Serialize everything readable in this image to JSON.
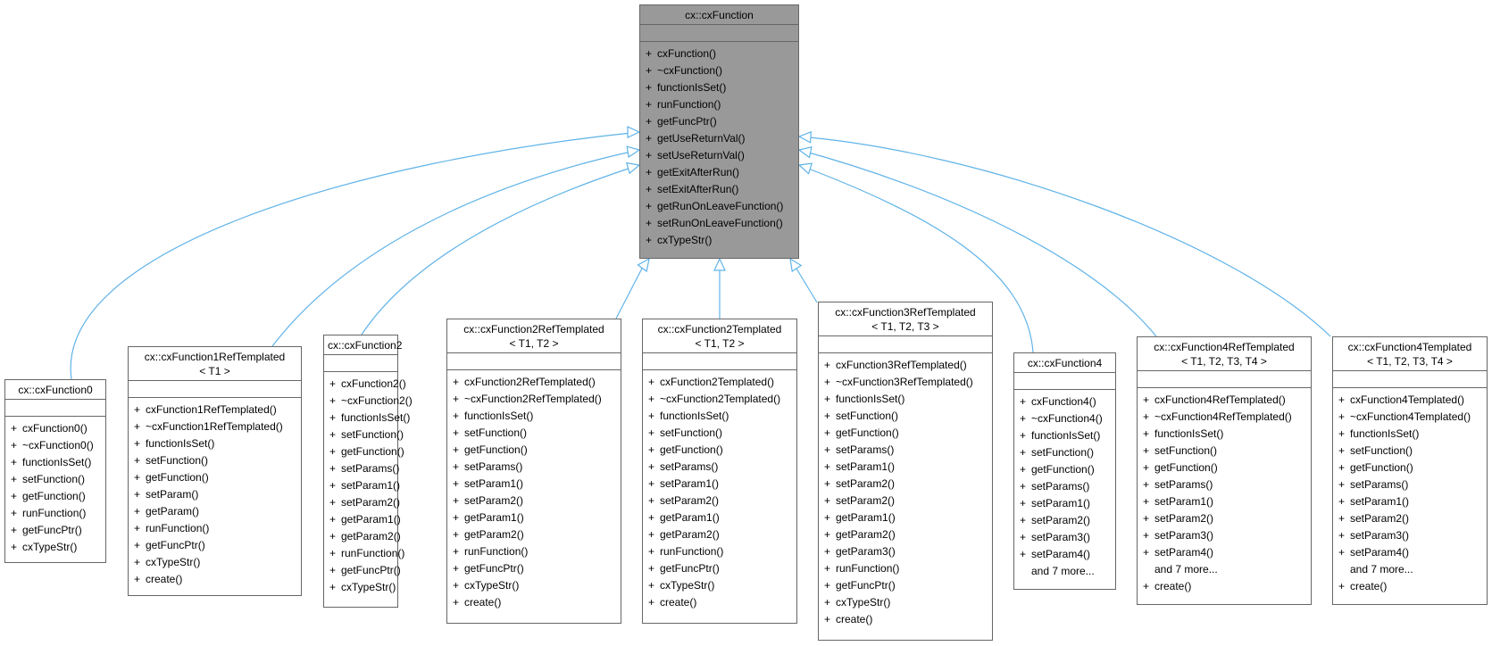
{
  "diagram": {
    "edge_color": "#5fb3e8",
    "base_fill": "#999999",
    "base": {
      "title": [
        "cx::cxFunction"
      ],
      "ops": [
        "cxFunction()",
        "~cxFunction()",
        "functionIsSet()",
        "runFunction()",
        "getFuncPtr()",
        "getUseReturnVal()",
        "setUseReturnVal()",
        "getExitAfterRun()",
        "setExitAfterRun()",
        "getRunOnLeaveFunction()",
        "setRunOnLeaveFunction()",
        "cxTypeStr()"
      ]
    },
    "derived": [
      {
        "title": [
          "cx::cxFunction0"
        ],
        "ops": [
          "cxFunction0()",
          "~cxFunction0()",
          "functionIsSet()",
          "setFunction()",
          "getFunction()",
          "runFunction()",
          "getFuncPtr()",
          "cxTypeStr()"
        ]
      },
      {
        "title": [
          "cx::cxFunction1RefTemplated",
          "< T1 >"
        ],
        "ops": [
          "cxFunction1RefTemplated()",
          "~cxFunction1RefTemplated()",
          "functionIsSet()",
          "setFunction()",
          "getFunction()",
          "setParam()",
          "getParam()",
          "runFunction()",
          "getFuncPtr()",
          "cxTypeStr()",
          "create()"
        ]
      },
      {
        "title": [
          "cx::cxFunction2"
        ],
        "ops": [
          "cxFunction2()",
          "~cxFunction2()",
          "functionIsSet()",
          "setFunction()",
          "getFunction()",
          "setParams()",
          "setParam1()",
          "setParam2()",
          "getParam1()",
          "getParam2()",
          "runFunction()",
          "getFuncPtr()",
          "cxTypeStr()"
        ]
      },
      {
        "title": [
          "cx::cxFunction2RefTemplated",
          "< T1, T2 >"
        ],
        "ops": [
          "cxFunction2RefTemplated()",
          "~cxFunction2RefTemplated()",
          "functionIsSet()",
          "setFunction()",
          "getFunction()",
          "setParams()",
          "setParam1()",
          "setParam2()",
          "getParam1()",
          "getParam2()",
          "runFunction()",
          "getFuncPtr()",
          "cxTypeStr()",
          "create()"
        ]
      },
      {
        "title": [
          "cx::cxFunction2Templated",
          "< T1, T2 >"
        ],
        "ops": [
          "cxFunction2Templated()",
          "~cxFunction2Templated()",
          "functionIsSet()",
          "setFunction()",
          "getFunction()",
          "setParams()",
          "setParam1()",
          "setParam2()",
          "getParam1()",
          "getParam2()",
          "runFunction()",
          "getFuncPtr()",
          "cxTypeStr()",
          "create()"
        ]
      },
      {
        "title": [
          "cx::cxFunction3RefTemplated",
          "< T1, T2, T3 >"
        ],
        "ops": [
          "cxFunction3RefTemplated()",
          "~cxFunction3RefTemplated()",
          "functionIsSet()",
          "setFunction()",
          "getFunction()",
          "setParams()",
          "setParam1()",
          "setParam2()",
          "setParam2()",
          "getParam1()",
          "getParam2()",
          "getParam3()",
          "runFunction()",
          "getFuncPtr()",
          "cxTypeStr()",
          "create()"
        ]
      },
      {
        "title": [
          "cx::cxFunction4"
        ],
        "ops": [
          "cxFunction4()",
          "~cxFunction4()",
          "functionIsSet()",
          "setFunction()",
          "getFunction()",
          "setParams()",
          "setParam1()",
          "setParam2()",
          "setParam3()",
          "setParam4()"
        ],
        "more": "and 7 more..."
      },
      {
        "title": [
          "cx::cxFunction4RefTemplated",
          "< T1, T2, T3, T4 >"
        ],
        "ops": [
          "cxFunction4RefTemplated()",
          "~cxFunction4RefTemplated()",
          "functionIsSet()",
          "setFunction()",
          "getFunction()",
          "setParams()",
          "setParam1()",
          "setParam2()",
          "setParam3()",
          "setParam4()"
        ],
        "more": "and 7 more...",
        "ops_after": [
          "create()"
        ]
      },
      {
        "title": [
          "cx::cxFunction4Templated",
          "< T1, T2, T3, T4 >"
        ],
        "ops": [
          "cxFunction4Templated()",
          "~cxFunction4Templated()",
          "functionIsSet()",
          "setFunction()",
          "getFunction()",
          "setParams()",
          "setParam1()",
          "setParam2()",
          "setParam3()",
          "setParam4()"
        ],
        "more": "and 7 more...",
        "ops_after": [
          "create()"
        ]
      }
    ]
  }
}
